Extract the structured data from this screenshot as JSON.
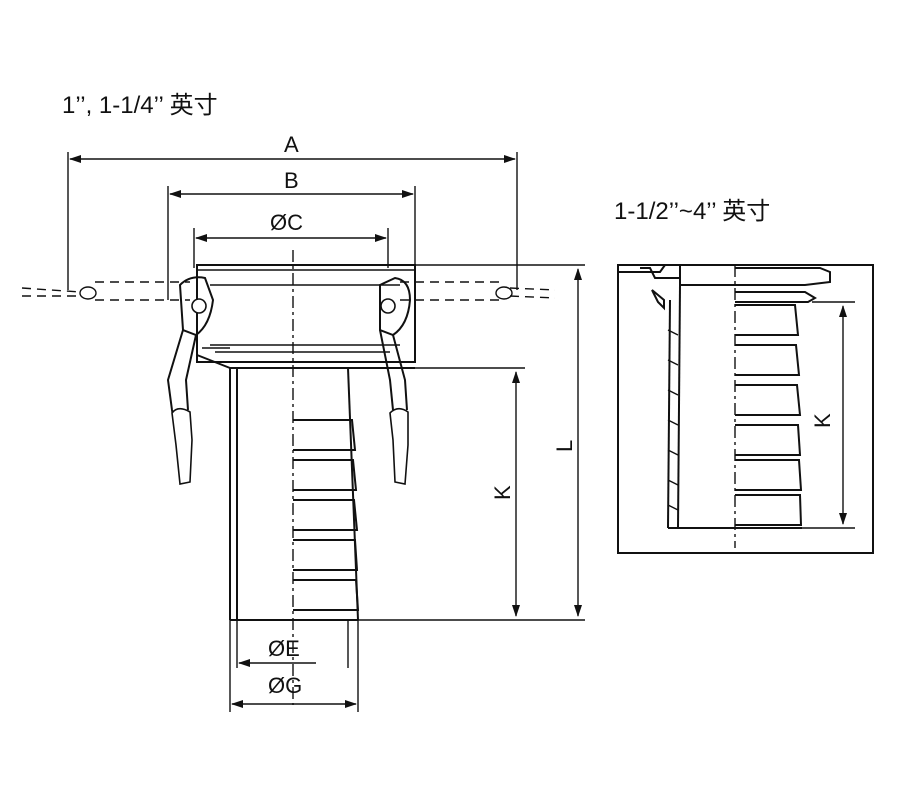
{
  "title_left": "1’’, 1-1/4’’ 英寸",
  "title_right": "1-1/2’’~4’’ 英寸",
  "dimensions": {
    "A": "A",
    "B": "B",
    "C": "ØC",
    "E": "ØE",
    "G": "ØG",
    "K": "K",
    "L": "L",
    "K_right": "K"
  }
}
